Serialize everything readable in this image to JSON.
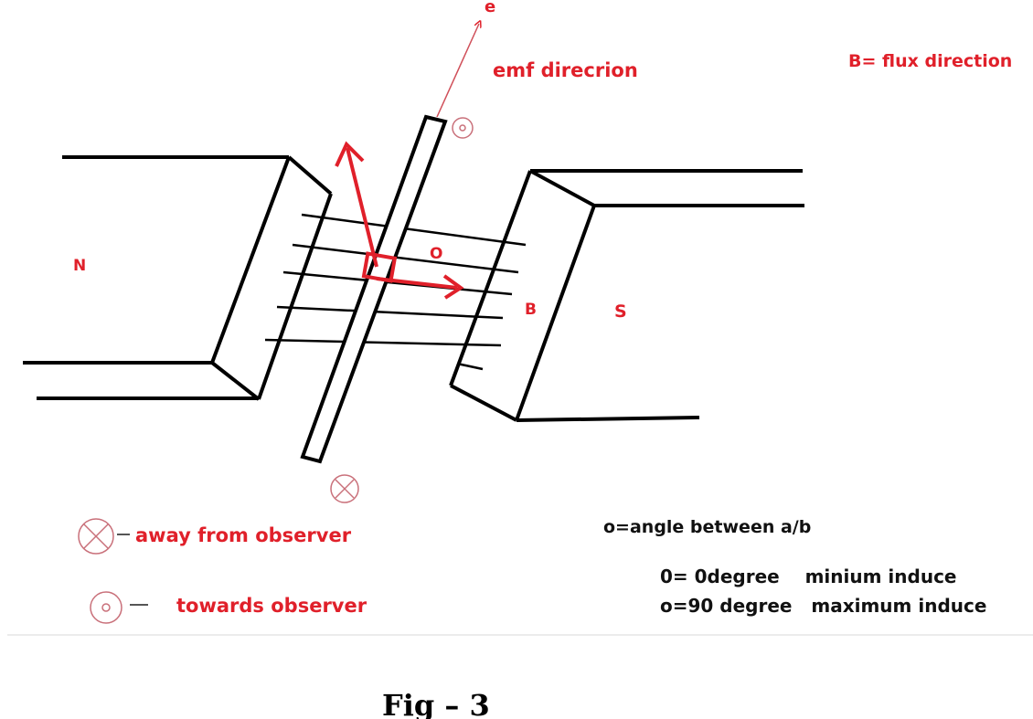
{
  "labels": {
    "e": "e",
    "emf": "emf direcrion",
    "flux": "B= flux direction",
    "north": "N",
    "south": "S",
    "theta": "O",
    "b": "B",
    "away": "away from observer",
    "towards": "towards observer",
    "angle_def": "o=angle between a/b",
    "min": "0= 0degree    minium induce",
    "max": "o=90 degree   maximum induce"
  },
  "caption": "Fig – 3",
  "colors": {
    "accent": "#e0202a",
    "line": "#000000",
    "symbol": "#c9707a"
  }
}
